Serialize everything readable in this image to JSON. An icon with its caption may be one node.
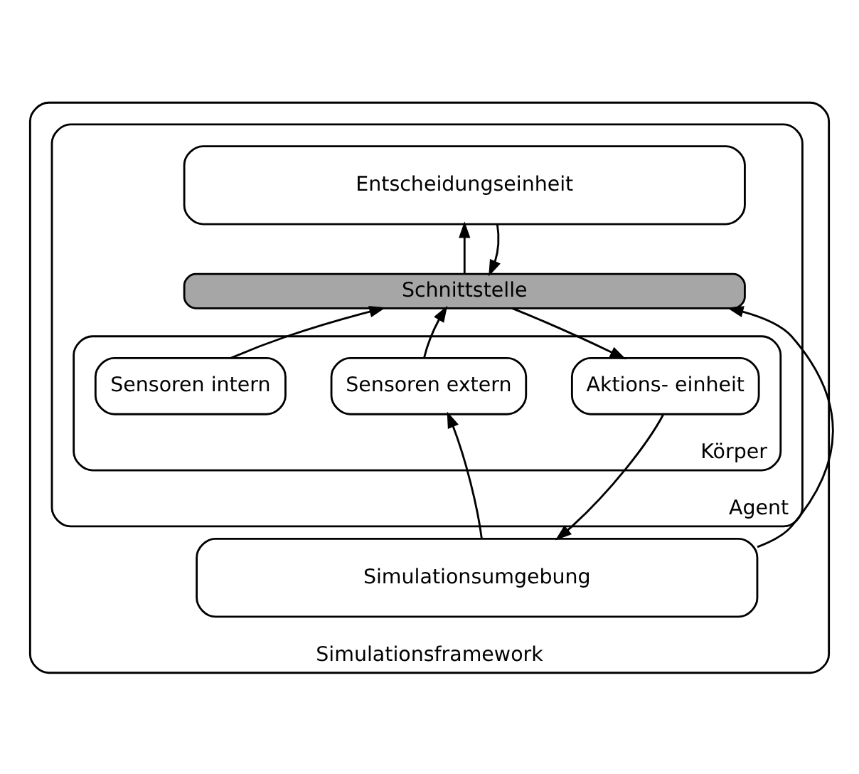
{
  "diagram": {
    "nodes": [
      {
        "text": [
          "Simulationsframework"
        ]
      },
      {
        "text": [
          "Agent"
        ],
        "in": 0
      },
      {
        "text": [
          "Entscheidungseinheit"
        ],
        "in": 1
      },
      {
        "text": [
          "Schnittstelle"
        ],
        "in": 1
      },
      {
        "text": [
          "Körper"
        ],
        "in": 1
      },
      {
        "text": [
          "Sensoren intern"
        ],
        "in": 4
      },
      {
        "text": [
          "Sensoren extern"
        ],
        "in": 4
      },
      {
        "text": [
          "Aktions- einheit"
        ],
        "in": 4
      },
      {
        "text": [
          "Simulationsumgebung"
        ],
        "in": 0
      }
    ],
    "edges": [
      {
        "from": 3,
        "to": 2,
        "arrow": "to"
      },
      {
        "from": 2,
        "to": 3,
        "arrow": "to"
      },
      {
        "from": 5,
        "to": 3,
        "arrow": "to"
      },
      {
        "from": 6,
        "to": 3,
        "arrow": "to"
      },
      {
        "from": 3,
        "to": 7,
        "arrow": "to"
      },
      {
        "from": 8,
        "to": 6,
        "arrow": "to"
      },
      {
        "from": 7,
        "to": 8,
        "arrow": "to"
      },
      {
        "from": 8,
        "to": 3,
        "arrow": "to"
      }
    ]
  }
}
